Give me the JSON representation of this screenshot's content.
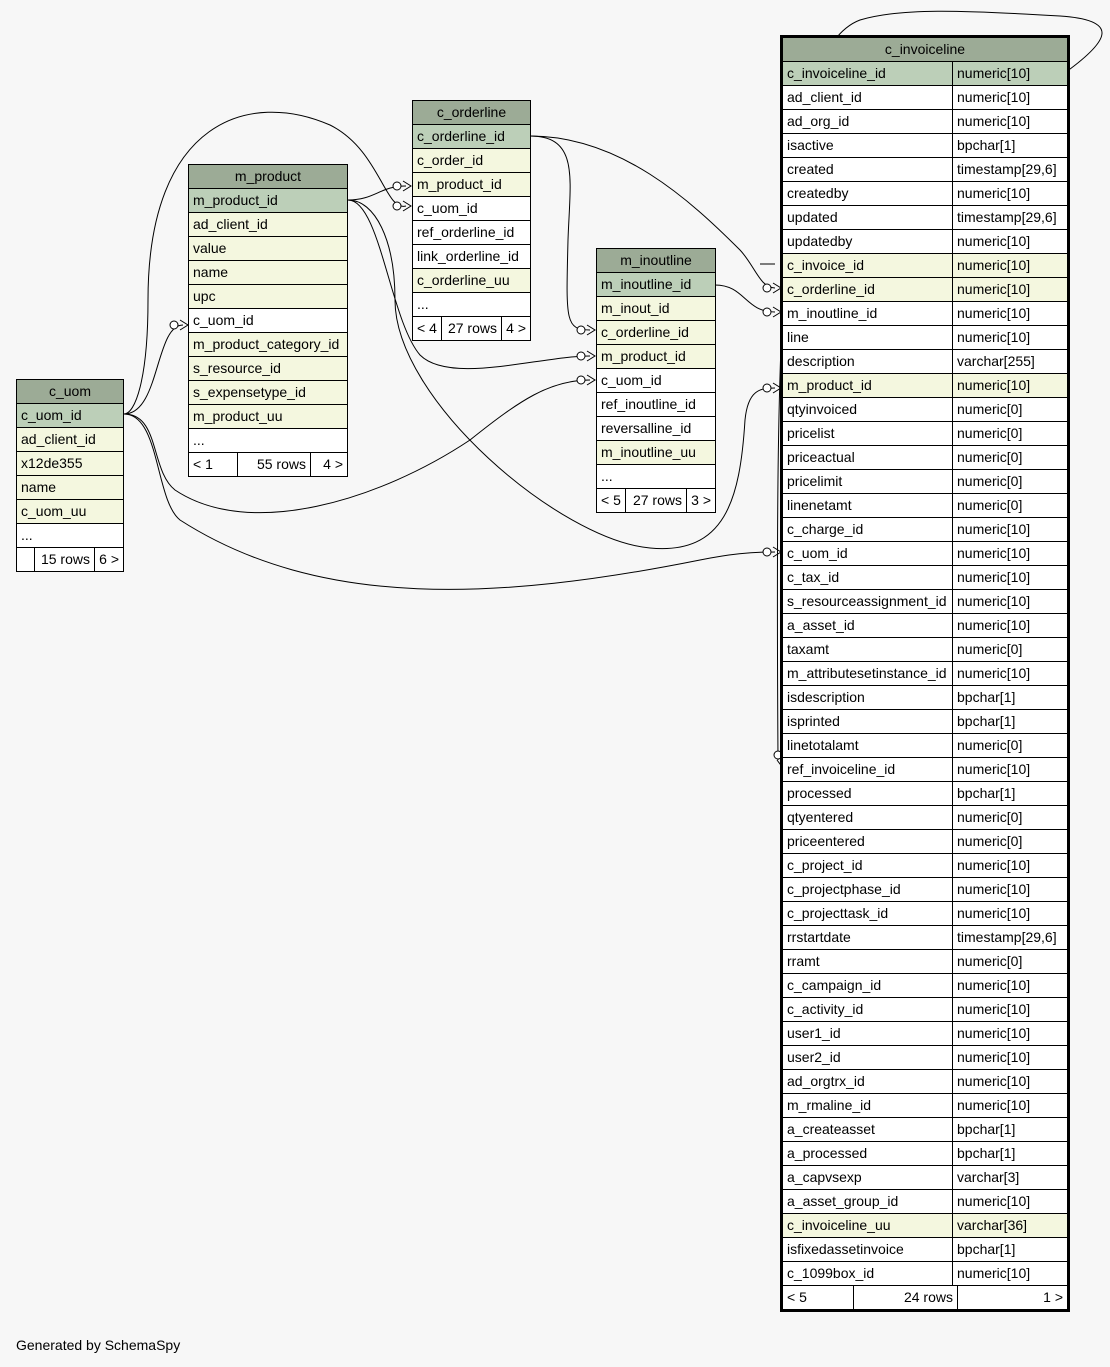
{
  "footer_text": "Generated by SchemaSpy",
  "colors": {
    "background": "#f7f7f7",
    "header": "#9cab96",
    "primary_key": "#bccfb8",
    "foreign_key": "#f4f7df",
    "plain": "#ffffff"
  },
  "tables": {
    "c_uom": {
      "name": "c_uom",
      "columns": [
        {
          "name": "c_uom_id",
          "kind": "pk"
        },
        {
          "name": "ad_client_id",
          "kind": "fk"
        },
        {
          "name": "x12de355",
          "kind": "fk"
        },
        {
          "name": "name",
          "kind": "fk"
        },
        {
          "name": "c_uom_uu",
          "kind": "fk"
        }
      ],
      "more": "...",
      "footer": {
        "left": "",
        "center": "15 rows",
        "right": "6 >"
      }
    },
    "m_product": {
      "name": "m_product",
      "columns": [
        {
          "name": "m_product_id",
          "kind": "pk"
        },
        {
          "name": "ad_client_id",
          "kind": "fk"
        },
        {
          "name": "value",
          "kind": "fk"
        },
        {
          "name": "name",
          "kind": "fk"
        },
        {
          "name": "upc",
          "kind": "fk"
        },
        {
          "name": "c_uom_id",
          "kind": "plain"
        },
        {
          "name": "m_product_category_id",
          "kind": "fk"
        },
        {
          "name": "s_resource_id",
          "kind": "fk"
        },
        {
          "name": "s_expensetype_id",
          "kind": "fk"
        },
        {
          "name": "m_product_uu",
          "kind": "fk"
        }
      ],
      "more": "...",
      "footer": {
        "left": "< 1",
        "center": "55 rows",
        "right": "4 >"
      }
    },
    "c_orderline": {
      "name": "c_orderline",
      "columns": [
        {
          "name": "c_orderline_id",
          "kind": "pk"
        },
        {
          "name": "c_order_id",
          "kind": "fk"
        },
        {
          "name": "m_product_id",
          "kind": "fk"
        },
        {
          "name": "c_uom_id",
          "kind": "plain"
        },
        {
          "name": "ref_orderline_id",
          "kind": "plain"
        },
        {
          "name": "link_orderline_id",
          "kind": "plain"
        },
        {
          "name": "c_orderline_uu",
          "kind": "fk"
        }
      ],
      "more": "...",
      "footer": {
        "left": "< 4",
        "center": "27 rows",
        "right": "4 >"
      }
    },
    "m_inoutline": {
      "name": "m_inoutline",
      "columns": [
        {
          "name": "m_inoutline_id",
          "kind": "pk"
        },
        {
          "name": "m_inout_id",
          "kind": "fk"
        },
        {
          "name": "c_orderline_id",
          "kind": "fk"
        },
        {
          "name": "m_product_id",
          "kind": "fk"
        },
        {
          "name": "c_uom_id",
          "kind": "plain"
        },
        {
          "name": "ref_inoutline_id",
          "kind": "plain"
        },
        {
          "name": "reversalline_id",
          "kind": "plain"
        },
        {
          "name": "m_inoutline_uu",
          "kind": "fk"
        }
      ],
      "more": "...",
      "footer": {
        "left": "< 5",
        "center": "27 rows",
        "right": "3 >"
      }
    },
    "c_invoiceline": {
      "name": "c_invoiceline",
      "columns": [
        {
          "name": "c_invoiceline_id",
          "type": "numeric[10]",
          "kind": "pk"
        },
        {
          "name": "ad_client_id",
          "type": "numeric[10]",
          "kind": "plain"
        },
        {
          "name": "ad_org_id",
          "type": "numeric[10]",
          "kind": "plain"
        },
        {
          "name": "isactive",
          "type": "bpchar[1]",
          "kind": "plain"
        },
        {
          "name": "created",
          "type": "timestamp[29,6]",
          "kind": "plain"
        },
        {
          "name": "createdby",
          "type": "numeric[10]",
          "kind": "plain"
        },
        {
          "name": "updated",
          "type": "timestamp[29,6]",
          "kind": "plain"
        },
        {
          "name": "updatedby",
          "type": "numeric[10]",
          "kind": "plain"
        },
        {
          "name": "c_invoice_id",
          "type": "numeric[10]",
          "kind": "fk"
        },
        {
          "name": "c_orderline_id",
          "type": "numeric[10]",
          "kind": "fk"
        },
        {
          "name": "m_inoutline_id",
          "type": "numeric[10]",
          "kind": "plain"
        },
        {
          "name": "line",
          "type": "numeric[10]",
          "kind": "plain"
        },
        {
          "name": "description",
          "type": "varchar[255]",
          "kind": "plain"
        },
        {
          "name": "m_product_id",
          "type": "numeric[10]",
          "kind": "fk"
        },
        {
          "name": "qtyinvoiced",
          "type": "numeric[0]",
          "kind": "plain"
        },
        {
          "name": "pricelist",
          "type": "numeric[0]",
          "kind": "plain"
        },
        {
          "name": "priceactual",
          "type": "numeric[0]",
          "kind": "plain"
        },
        {
          "name": "pricelimit",
          "type": "numeric[0]",
          "kind": "plain"
        },
        {
          "name": "linenetamt",
          "type": "numeric[0]",
          "kind": "plain"
        },
        {
          "name": "c_charge_id",
          "type": "numeric[10]",
          "kind": "plain"
        },
        {
          "name": "c_uom_id",
          "type": "numeric[10]",
          "kind": "plain"
        },
        {
          "name": "c_tax_id",
          "type": "numeric[10]",
          "kind": "plain"
        },
        {
          "name": "s_resourceassignment_id",
          "type": "numeric[10]",
          "kind": "plain"
        },
        {
          "name": "a_asset_id",
          "type": "numeric[10]",
          "kind": "plain"
        },
        {
          "name": "taxamt",
          "type": "numeric[0]",
          "kind": "plain"
        },
        {
          "name": "m_attributesetinstance_id",
          "type": "numeric[10]",
          "kind": "plain"
        },
        {
          "name": "isdescription",
          "type": "bpchar[1]",
          "kind": "plain"
        },
        {
          "name": "isprinted",
          "type": "bpchar[1]",
          "kind": "plain"
        },
        {
          "name": "linetotalamt",
          "type": "numeric[0]",
          "kind": "plain"
        },
        {
          "name": "ref_invoiceline_id",
          "type": "numeric[10]",
          "kind": "plain"
        },
        {
          "name": "processed",
          "type": "bpchar[1]",
          "kind": "plain"
        },
        {
          "name": "qtyentered",
          "type": "numeric[0]",
          "kind": "plain"
        },
        {
          "name": "priceentered",
          "type": "numeric[0]",
          "kind": "plain"
        },
        {
          "name": "c_project_id",
          "type": "numeric[10]",
          "kind": "plain"
        },
        {
          "name": "c_projectphase_id",
          "type": "numeric[10]",
          "kind": "plain"
        },
        {
          "name": "c_projecttask_id",
          "type": "numeric[10]",
          "kind": "plain"
        },
        {
          "name": "rrstartdate",
          "type": "timestamp[29,6]",
          "kind": "plain"
        },
        {
          "name": "rramt",
          "type": "numeric[0]",
          "kind": "plain"
        },
        {
          "name": "c_campaign_id",
          "type": "numeric[10]",
          "kind": "plain"
        },
        {
          "name": "c_activity_id",
          "type": "numeric[10]",
          "kind": "plain"
        },
        {
          "name": "user1_id",
          "type": "numeric[10]",
          "kind": "plain"
        },
        {
          "name": "user2_id",
          "type": "numeric[10]",
          "kind": "plain"
        },
        {
          "name": "ad_orgtrx_id",
          "type": "numeric[10]",
          "kind": "plain"
        },
        {
          "name": "m_rmaline_id",
          "type": "numeric[10]",
          "kind": "plain"
        },
        {
          "name": "a_createasset",
          "type": "bpchar[1]",
          "kind": "plain"
        },
        {
          "name": "a_processed",
          "type": "bpchar[1]",
          "kind": "plain"
        },
        {
          "name": "a_capvsexp",
          "type": "varchar[3]",
          "kind": "plain"
        },
        {
          "name": "a_asset_group_id",
          "type": "numeric[10]",
          "kind": "plain"
        },
        {
          "name": "c_invoiceline_uu",
          "type": "varchar[36]",
          "kind": "fk"
        },
        {
          "name": "isfixedassetinvoice",
          "type": "bpchar[1]",
          "kind": "plain"
        },
        {
          "name": "c_1099box_id",
          "type": "numeric[10]",
          "kind": "plain"
        }
      ],
      "footer": {
        "left": "< 5",
        "center": "24 rows",
        "right": "1 >"
      }
    }
  }
}
